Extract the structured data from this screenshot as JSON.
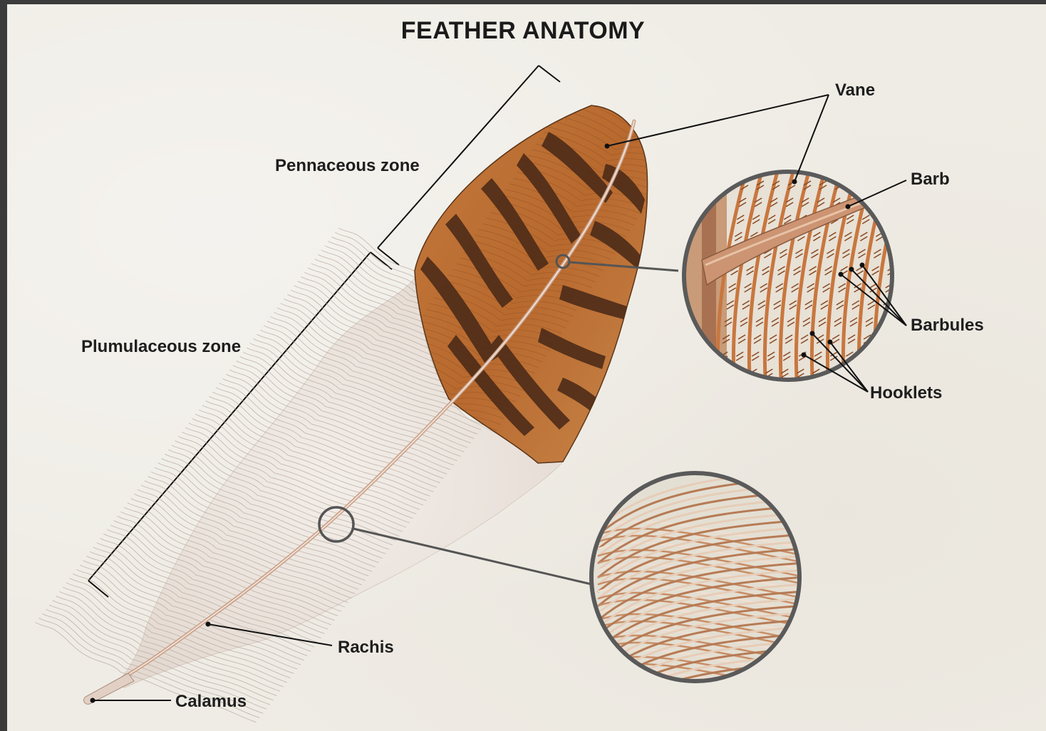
{
  "title": "FEATHER ANATOMY",
  "labels": {
    "pennaceous_zone": "Pennaceous zone",
    "plumulaceous_zone": "Plumulaceous zone",
    "vane": "Vane",
    "barb": "Barb",
    "barbules": "Barbules",
    "hooklets": "Hooklets",
    "rachis": "Rachis",
    "calamus": "Calamus"
  },
  "colors": {
    "paper": "#efece5",
    "vane_brown": "#b8692e",
    "stripe_dark": "#4a2a17",
    "down_white": "#ece6e0",
    "rachis": "#c9a18a",
    "lens_border": "#5a5a5a",
    "leader_line": "#111111"
  }
}
